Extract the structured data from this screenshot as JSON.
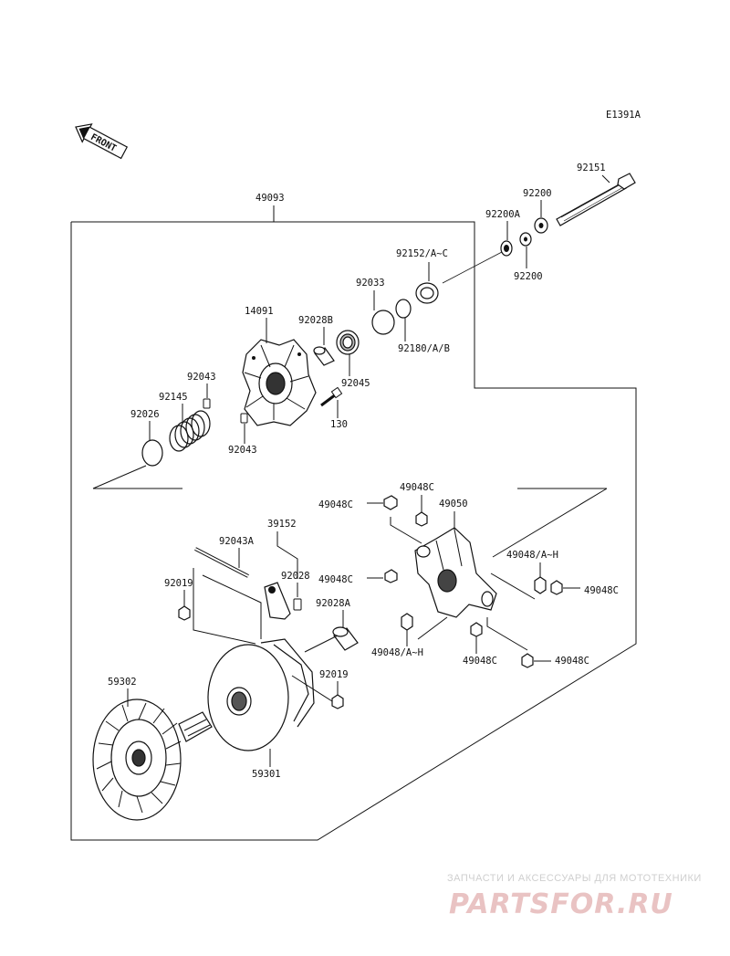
{
  "diagram_code": "E1391A",
  "front_label": "FRONT",
  "assembly_label": "49093",
  "labels": {
    "p92151": "92151",
    "p92200_top": "92200",
    "p92200A": "92200A",
    "p92200_bottom": "92200",
    "p92152": "92152/A~C",
    "p92033": "92033",
    "p14091": "14091",
    "p92028B": "92028B",
    "p92180": "92180/A/B",
    "p92043_top": "92043",
    "p92045": "92045",
    "p92145": "92145",
    "p92026": "92026",
    "p130": "130",
    "p92043_bottom": "92043",
    "p49048C_a": "49048C",
    "p49048C_b": "49048C",
    "p49050": "49050",
    "p39152": "39152",
    "p92043A": "92043A",
    "p49048AH_right": "49048/A~H",
    "p92028": "92028",
    "p49048C_c": "49048C",
    "p49048C_d": "49048C",
    "p92019_top": "92019",
    "p92028A": "92028A",
    "p49048AH_bottom": "49048/A~H",
    "p49048C_e": "49048C",
    "p49048C_f": "49048C",
    "p92019_bottom": "92019",
    "p59302": "59302",
    "p59301": "59301"
  },
  "watermark": {
    "tagline": "ЗАПЧАСТИ И АКСЕССУАРЫ ДЛЯ МОТОТЕХНИКИ",
    "logo": "PARTSFOR.RU"
  }
}
